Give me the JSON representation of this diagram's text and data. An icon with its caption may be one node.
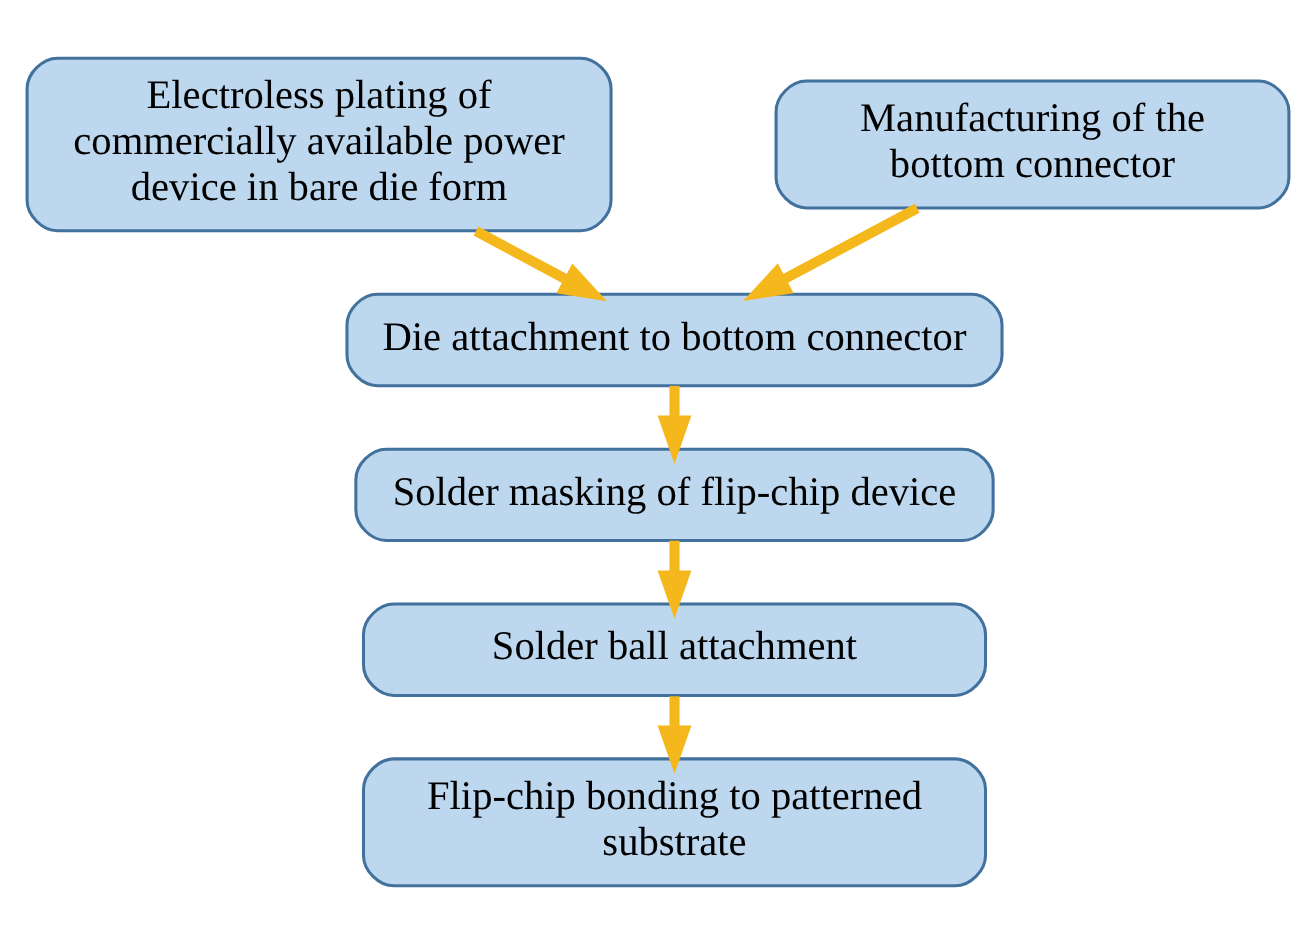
{
  "diagram": {
    "nodes": [
      {
        "text": [
          "Electroless plating of commercially available power device in bare die form"
        ]
      },
      {
        "text": [
          "Manufacturing of the bottom connector"
        ]
      },
      {
        "text": [
          "Die attachment to bottom connector"
        ]
      },
      {
        "text": [
          "Solder masking of flip-chip device"
        ]
      },
      {
        "text": [
          "Solder ball attachment"
        ]
      },
      {
        "text": [
          "Flip-chip bonding to patterned substrate"
        ]
      }
    ],
    "edges": [
      {
        "from": 0,
        "to": 2,
        "arrow": "to"
      },
      {
        "from": 1,
        "to": 2,
        "arrow": "to"
      },
      {
        "from": 2,
        "to": 3,
        "arrow": "to"
      },
      {
        "from": 3,
        "to": 4,
        "arrow": "to"
      },
      {
        "from": 4,
        "to": 5,
        "arrow": "to"
      }
    ]
  }
}
